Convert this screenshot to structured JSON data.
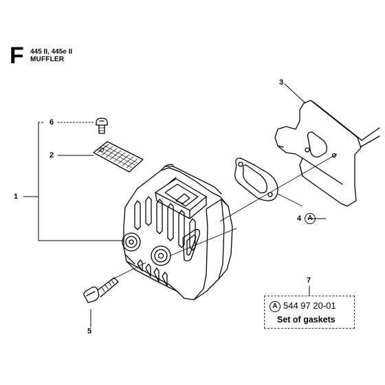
{
  "header": {
    "section_letter": "F",
    "model": "445 II, 445e II",
    "subtitle": "MUFFLER"
  },
  "callouts": {
    "c1": "1",
    "c2": "2",
    "c3": "3",
    "c4": "4",
    "c5": "5",
    "c6": "6",
    "c7": "7",
    "kit_marker": "A"
  },
  "kit": {
    "marker": "A",
    "part_number": "544 97 20-01",
    "description": "Set of gaskets"
  },
  "colors": {
    "line": "#000000",
    "leader_dotted": "#444444"
  }
}
